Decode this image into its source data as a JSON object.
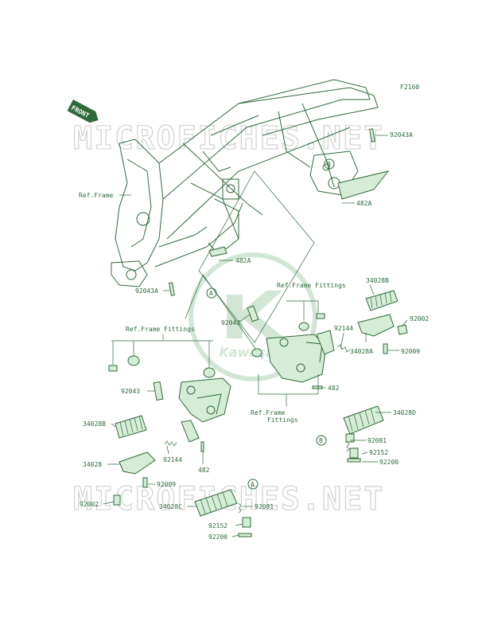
{
  "diagram": {
    "code": "F2160",
    "front_badge": "FRONT",
    "watermark": "MICROFICHES.NET",
    "logo_text": "Kawasaki",
    "callouts": {
      "a": "A",
      "b": "B"
    }
  },
  "labels": [
    {
      "id": "p92043a-top",
      "text": "92043A"
    },
    {
      "id": "ref-frame",
      "text": "Ref.Frame"
    },
    {
      "id": "p482a-top",
      "text": "482A"
    },
    {
      "id": "p482a-mid",
      "text": "482A"
    },
    {
      "id": "p92043a-mid",
      "text": "92043A"
    },
    {
      "id": "ref-ff-right",
      "text": "Ref.Frame Fittings"
    },
    {
      "id": "p34028b-right",
      "text": "34028B"
    },
    {
      "id": "p92043-right",
      "text": "92043"
    },
    {
      "id": "p92144-right",
      "text": "92144"
    },
    {
      "id": "p92002-right",
      "text": "92002"
    },
    {
      "id": "p34028a",
      "text": "34028A"
    },
    {
      "id": "p92009-right",
      "text": "92009"
    },
    {
      "id": "ref-ff-left",
      "text": "Ref.Frame Fittings"
    },
    {
      "id": "p482-right",
      "text": "482"
    },
    {
      "id": "p92043-left",
      "text": "92043"
    },
    {
      "id": "ref-ff-bottom-1",
      "text": "Ref.Frame"
    },
    {
      "id": "ref-ff-bottom-2",
      "text": "Fittings"
    },
    {
      "id": "p34028d",
      "text": "34028D"
    },
    {
      "id": "p34028b-left",
      "text": "34028B"
    },
    {
      "id": "p92081-right",
      "text": "92081"
    },
    {
      "id": "p92144-left",
      "text": "92144"
    },
    {
      "id": "p92152-right",
      "text": "92152"
    },
    {
      "id": "p34028",
      "text": "34028"
    },
    {
      "id": "p92200-right",
      "text": "92200"
    },
    {
      "id": "p482-left",
      "text": "482"
    },
    {
      "id": "p92009-left",
      "text": "92009"
    },
    {
      "id": "p92002-left",
      "text": "92002"
    },
    {
      "id": "p34028c",
      "text": "34028C"
    },
    {
      "id": "p92081-left",
      "text": "92081"
    },
    {
      "id": "p92152-left",
      "text": "92152"
    },
    {
      "id": "p92200-left",
      "text": "92200"
    }
  ],
  "colors": {
    "line": "#2e6b3a",
    "fill": "#d5ecd6",
    "watermark": "#d4d4d4"
  }
}
